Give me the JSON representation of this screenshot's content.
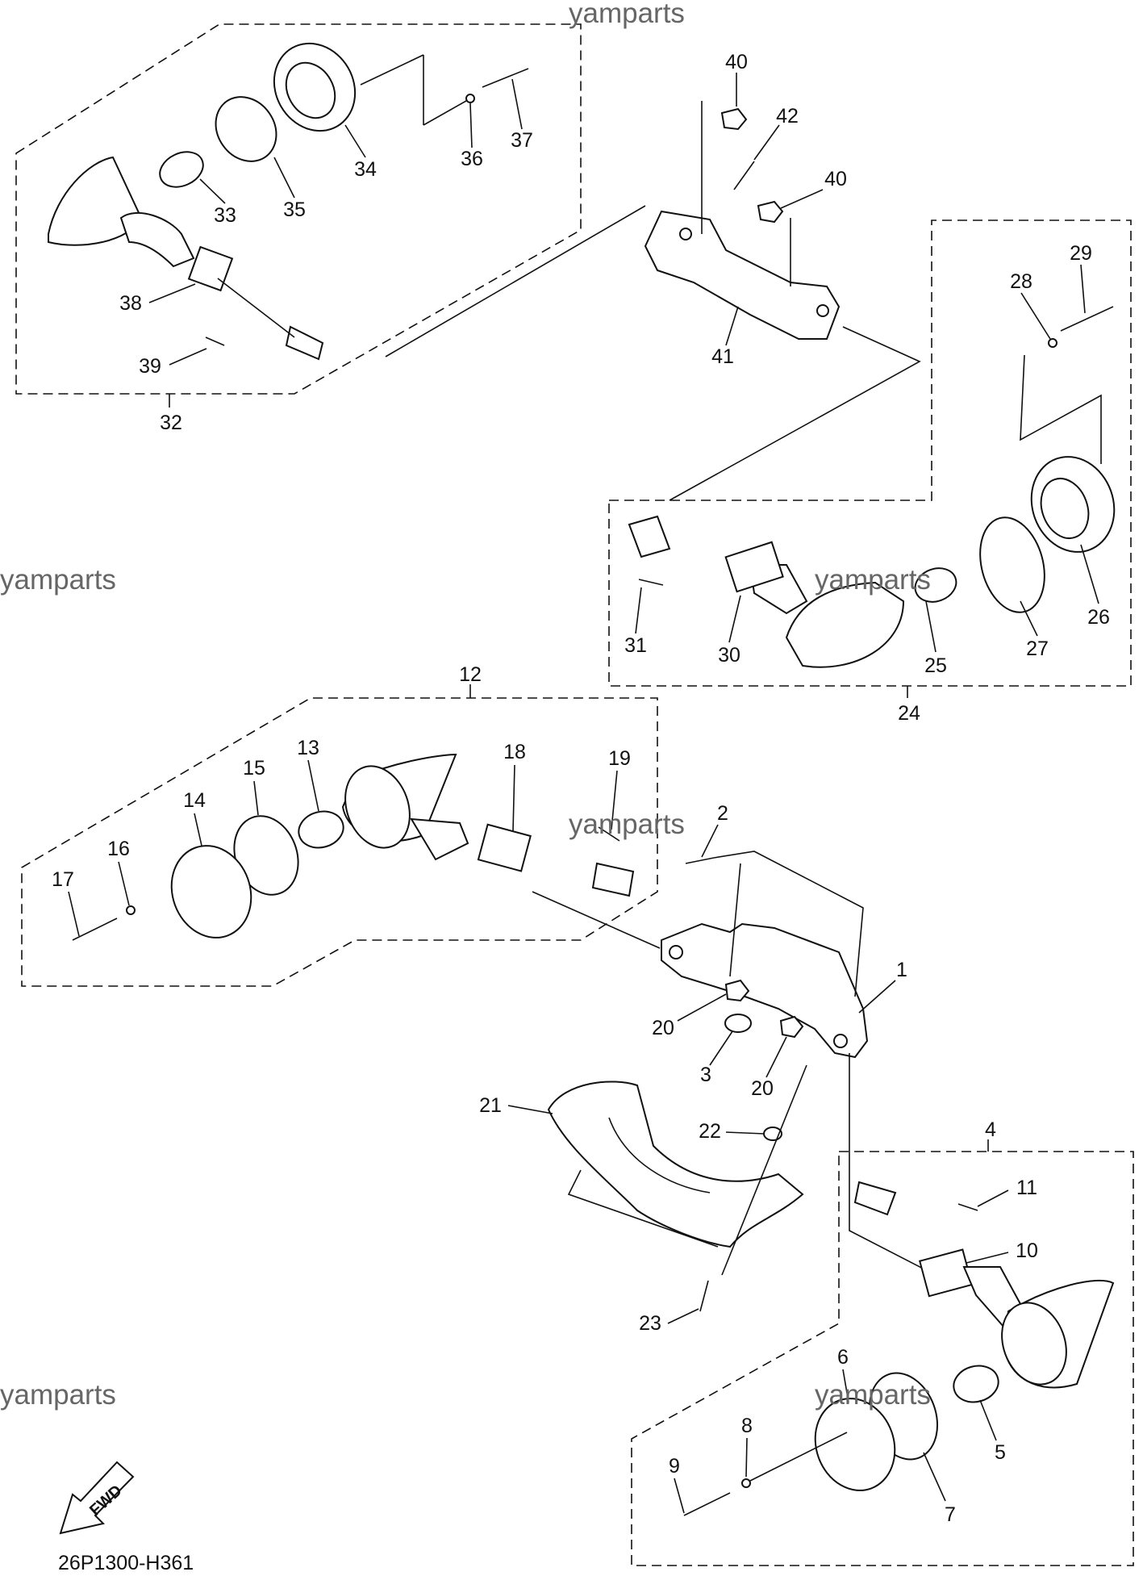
{
  "watermark": "yamparts",
  "diagram_code": "26P1300-H361",
  "fwd_label": "FWD",
  "callouts": {
    "c1": "1",
    "c2": "2",
    "c3": "3",
    "c4": "4",
    "c5": "5",
    "c6": "6",
    "c7": "7",
    "c8": "8",
    "c9": "9",
    "c10": "10",
    "c11": "11",
    "c12": "12",
    "c13": "13",
    "c14": "14",
    "c15": "15",
    "c16": "16",
    "c17": "17",
    "c18": "18",
    "c19": "19",
    "c20a": "20",
    "c20b": "20",
    "c21": "21",
    "c22": "22",
    "c23": "23",
    "c24": "24",
    "c25": "25",
    "c26": "26",
    "c27": "27",
    "c28": "28",
    "c29": "29",
    "c30": "30",
    "c31": "31",
    "c32": "32",
    "c33": "33",
    "c34": "34",
    "c35": "35",
    "c36": "36",
    "c37": "37",
    "c38": "38",
    "c39": "39",
    "c40a": "40",
    "c40b": "40",
    "c41": "41",
    "c42": "42"
  }
}
